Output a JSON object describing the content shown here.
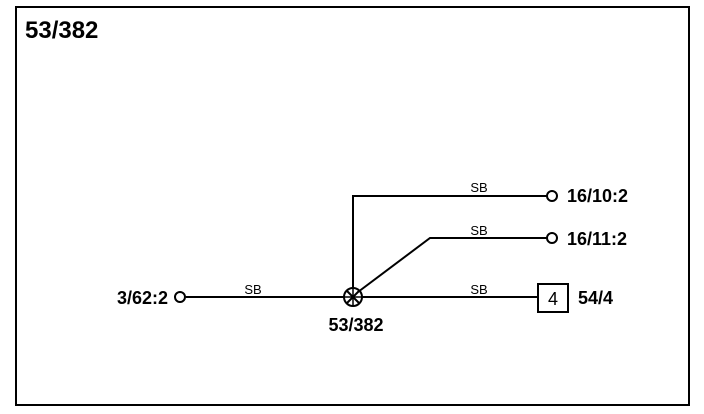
{
  "title": "53/382",
  "splice": {
    "label": "53/382"
  },
  "wires": {
    "left": {
      "color_code": "SB",
      "end_label": "3/62:2"
    },
    "upper": {
      "color_code": "SB",
      "end_label": "16/10:2"
    },
    "middle": {
      "color_code": "SB",
      "end_label": "16/11:2"
    },
    "lower": {
      "color_code": "SB",
      "end_label": "54/4",
      "box_label": "4"
    }
  },
  "colors": {
    "line": "#000000",
    "background": "#ffffff"
  }
}
